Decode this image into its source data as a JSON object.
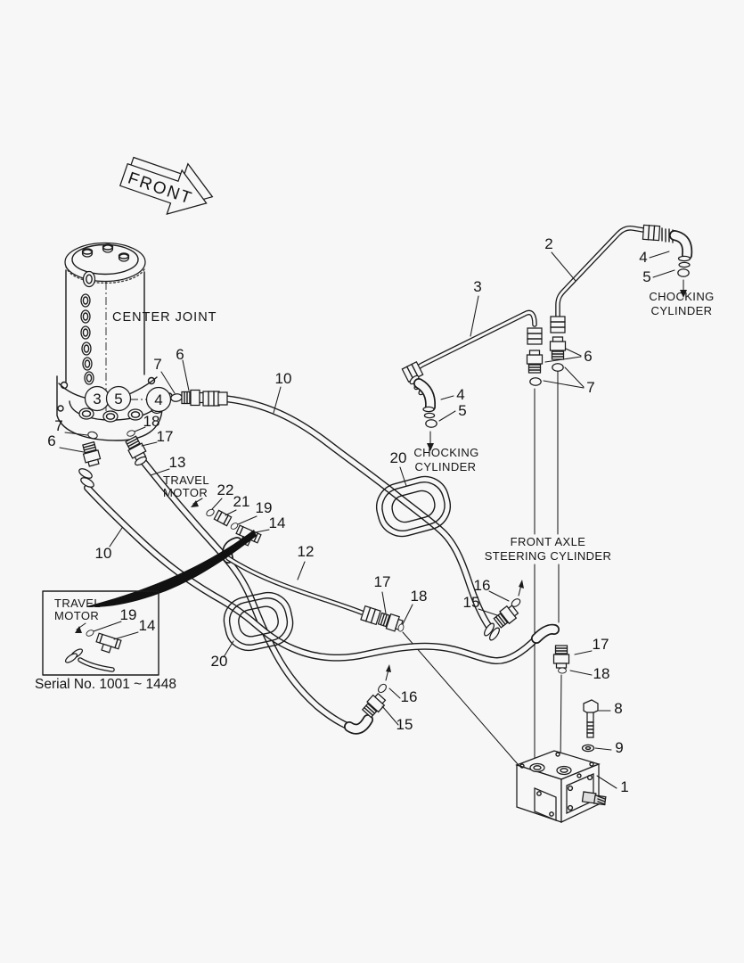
{
  "page": {
    "background_color": "#f7f7f7",
    "line_color": "#1b1b1b"
  },
  "labels": {
    "front": "FRONT",
    "center_joint": "CENTER JOINT",
    "chocking_cylinder_top": {
      "line1": "CHOCKING",
      "line2": "CYLINDER"
    },
    "chocking_cylinder_mid": {
      "line1": "CHOCKING",
      "line2": "CYLINDER"
    },
    "front_axle_steering_cylinder": {
      "line1": "FRONT AXLE",
      "line2": "STEERING CYLINDER"
    },
    "travel_motor_main": {
      "line1": "TRAVEL",
      "line2": "MOTOR"
    },
    "travel_motor_inset": {
      "line1": "TRAVEL",
      "line2": "MOTOR"
    },
    "serial_note": "Serial No. 1001 ~ 1448"
  },
  "ports": {
    "p3": "3",
    "p5": "5",
    "p4": "4"
  },
  "callouts": {
    "c1": "1",
    "c2": "2",
    "c3": "3",
    "c4_top": "4",
    "c5_top": "5",
    "c4_mid": "4",
    "c5_mid": "5",
    "c6_right": "6",
    "c7_right": "7",
    "c6_cj": "6",
    "c7_cj": "7",
    "c17_cj": "17",
    "c18_cj": "18",
    "c6_left": "6",
    "c7_left": "7",
    "c8": "8",
    "c9": "9",
    "c10_upper": "10",
    "c10_lower": "10",
    "c12": "12",
    "c13": "13",
    "c14": "14",
    "c14_box": "14",
    "c15_upper": "15",
    "c15_lower": "15",
    "c16_upper": "16",
    "c16_lower": "16",
    "c17_mid": "17",
    "c18_mid": "18",
    "c17_right": "17",
    "c18_right": "18",
    "c19": "19",
    "c19_box": "19",
    "c20_upper": "20",
    "c20_lower": "20",
    "c21": "21",
    "c22": "22"
  }
}
